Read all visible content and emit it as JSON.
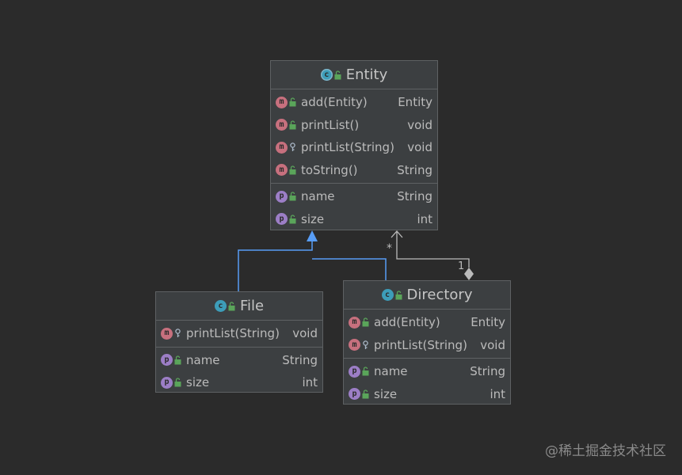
{
  "classes": {
    "entity": {
      "name": "Entity",
      "methods": [
        {
          "name": "add(Entity)",
          "type": "Entity"
        },
        {
          "name": "printList()",
          "type": "void"
        },
        {
          "name": "printList(String)",
          "type": "void"
        },
        {
          "name": "toString()",
          "type": "String"
        }
      ],
      "fields": [
        {
          "name": "name",
          "type": "String"
        },
        {
          "name": "size",
          "type": "int"
        }
      ]
    },
    "file": {
      "name": "File",
      "methods": [
        {
          "name": "printList(String)",
          "type": "void"
        }
      ],
      "fields": [
        {
          "name": "name",
          "type": "String"
        },
        {
          "name": "size",
          "type": "int"
        }
      ]
    },
    "directory": {
      "name": "Directory",
      "methods": [
        {
          "name": "add(Entity)",
          "type": "Entity"
        },
        {
          "name": "printList(String)",
          "type": "void"
        }
      ],
      "fields": [
        {
          "name": "name",
          "type": "String"
        },
        {
          "name": "size",
          "type": "int"
        }
      ]
    }
  },
  "relations": {
    "aggregation_many": "*",
    "aggregation_one": "1"
  },
  "icons": {
    "method": "m",
    "field": "p",
    "class": "c"
  },
  "watermark": "@稀土掘金技术社区",
  "colors": {
    "background": "#2b2b2b",
    "box": "#3c3f41",
    "inheritance": "#589df6",
    "aggregation": "#bbbbbb"
  }
}
